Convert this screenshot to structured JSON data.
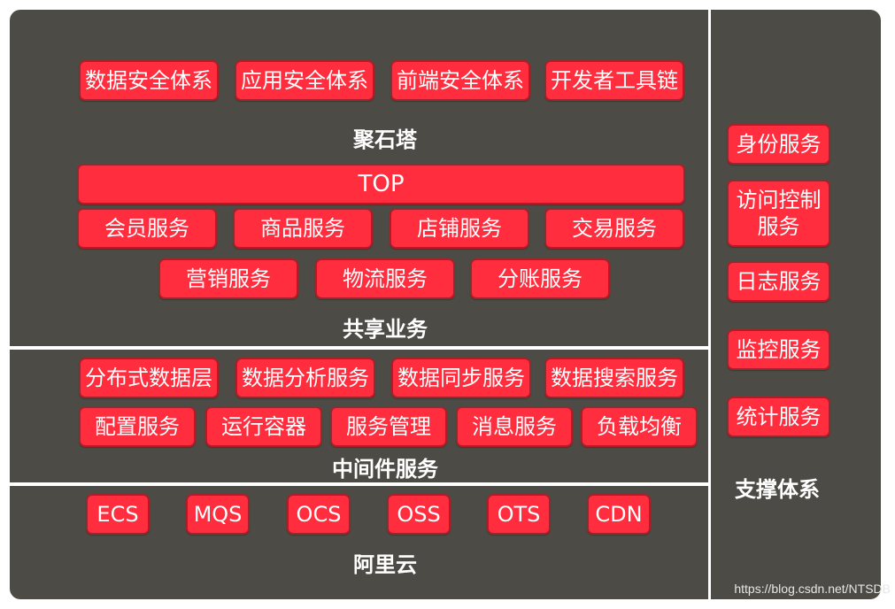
{
  "gemstone": {
    "boxes": [
      "数据安全体系",
      "应用安全体系",
      "前端安全体系",
      "开发者工具链"
    ],
    "label": "聚石塔"
  },
  "shared_business": {
    "top_bar": "TOP",
    "row1": [
      "会员服务",
      "商品服务",
      "店铺服务",
      "交易服务"
    ],
    "row2": [
      "营销服务",
      "物流服务",
      "分账服务"
    ],
    "label": "共享业务"
  },
  "middleware": {
    "row1": [
      "分布式数据层",
      "数据分析服务",
      "数据同步服务",
      "数据搜索服务"
    ],
    "row2": [
      "配置服务",
      "运行容器",
      "服务管理",
      "消息服务",
      "负载均衡"
    ],
    "label": "中间件服务"
  },
  "aliyun": {
    "boxes": [
      "ECS",
      "MQS",
      "OCS",
      "OSS",
      "OTS",
      "CDN"
    ],
    "label": "阿里云"
  },
  "support": {
    "boxes": [
      "身份服务",
      "访问控制服务",
      "日志服务",
      "监控服务",
      "统计服务"
    ],
    "label": "支撑体系"
  },
  "watermark": "https://blog.csdn.net/NTSDB",
  "colors": {
    "panel": "#4d4b45",
    "box": "#ff2d3d",
    "box_border": "#a8202a",
    "text": "#ffffff"
  }
}
